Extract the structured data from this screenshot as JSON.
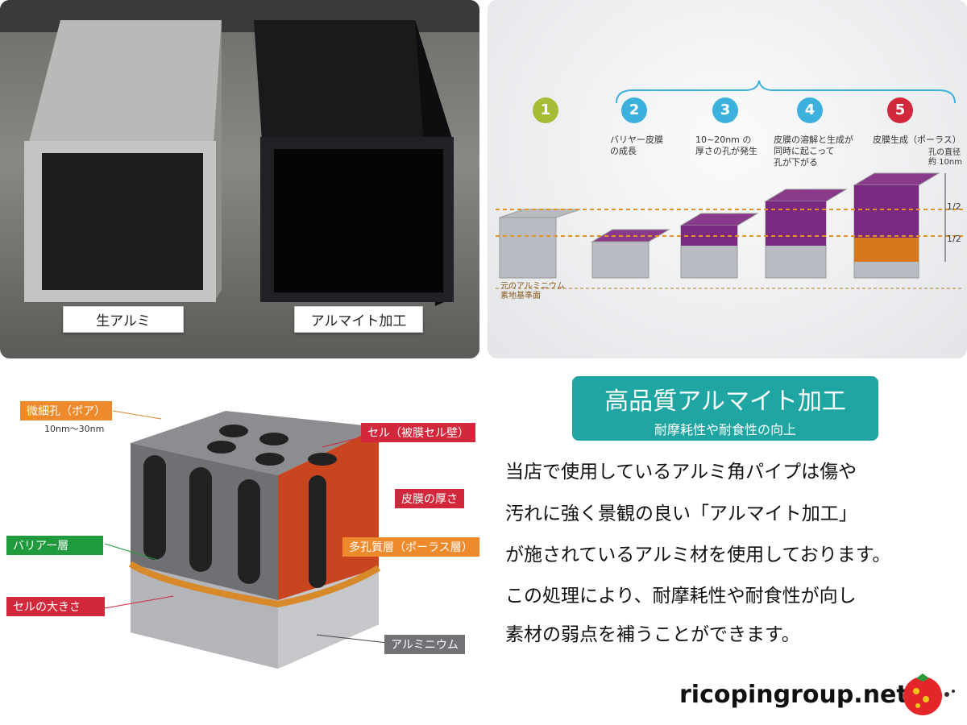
{
  "photo_panel": {
    "label_raw": "生アルミ",
    "label_anodized": "アルマイト加工"
  },
  "process_panel": {
    "steps": [
      {
        "num": "1",
        "text": "",
        "color": "#a5bd35"
      },
      {
        "num": "2",
        "text": "バリヤー皮膜\nの成長",
        "color": "#3db1de"
      },
      {
        "num": "3",
        "text": "10~20nm の\n厚さの孔が発生",
        "color": "#3db1de"
      },
      {
        "num": "4",
        "text": "皮膜の溶解と生成が\n同時に起こって\n孔が下がる",
        "color": "#3db1de"
      },
      {
        "num": "5",
        "text": "皮膜生成（ポーラス）",
        "color": "#d3283b"
      }
    ],
    "pore_diameter": "孔の直径\n約 10nm",
    "half_top": "1/2",
    "half_bottom": "1/2",
    "baseline": "元のアルミニウム\n素地基準面"
  },
  "structure_panel": {
    "pore_label": "微細孔（ポア）",
    "pore_size": "10nm〜30nm",
    "cell_wall": "セル（被膜セル壁）",
    "thickness": "皮膜の厚さ",
    "barrier": "バリアー層",
    "porous": "多孔質層（ポーラス層）",
    "cell_size": "セルの大きさ",
    "aluminum": "アルミニウム"
  },
  "info": {
    "title": "高品質アルマイト加工",
    "subtitle": "耐摩耗性や耐食性の向上",
    "body": [
      "当店で使用しているアルミ角パイプは傷や",
      "汚れに強く景観の良い「アルマイト加工」",
      "が施されているアルミ材を使用しております。",
      "この処理により、耐摩耗性や耐食性が向し",
      "素材の弱点を補うことができます。"
    ],
    "site": "ricopingroup.net",
    "accent": "#1fa5a2"
  }
}
